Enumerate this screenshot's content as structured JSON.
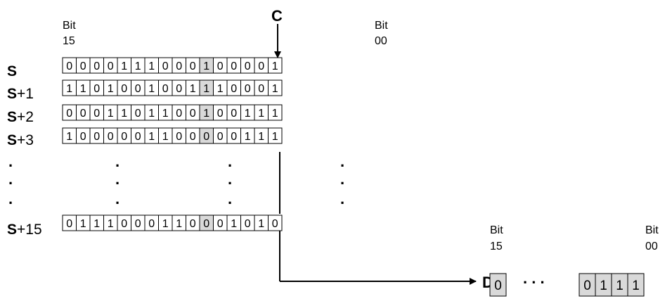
{
  "source_labels": {
    "bit_high": [
      "Bit",
      "15"
    ],
    "bit_low": [
      "Bit",
      "00"
    ],
    "c_label": "C"
  },
  "rows": [
    {
      "prefix": "S",
      "suffix": "",
      "bits": [
        "0",
        "0",
        "0",
        "0",
        "1",
        "1",
        "1",
        "0",
        "0",
        "0",
        "1",
        "0",
        "0",
        "0",
        "0",
        "1"
      ]
    },
    {
      "prefix": "S",
      "suffix": "+1",
      "bits": [
        "1",
        "1",
        "0",
        "1",
        "0",
        "0",
        "1",
        "0",
        "0",
        "1",
        "1",
        "1",
        "0",
        "0",
        "0",
        "1"
      ]
    },
    {
      "prefix": "S",
      "suffix": "+2",
      "bits": [
        "0",
        "0",
        "0",
        "1",
        "1",
        "0",
        "1",
        "1",
        "0",
        "0",
        "1",
        "0",
        "0",
        "1",
        "1",
        "1"
      ]
    },
    {
      "prefix": "S",
      "suffix": "+3",
      "bits": [
        "1",
        "0",
        "0",
        "0",
        "0",
        "0",
        "1",
        "1",
        "0",
        "0",
        "0",
        "0",
        "0",
        "1",
        "1",
        "1"
      ]
    },
    {
      "prefix": "S",
      "suffix": "+15",
      "bits": [
        "0",
        "1",
        "1",
        "1",
        "0",
        "0",
        "0",
        "1",
        "1",
        "0",
        "0",
        "0",
        "1",
        "0",
        "1",
        "0"
      ]
    }
  ],
  "ellipsis_row_label": ".",
  "ellipsis_col_mark": ".",
  "highlighted_bit_index": 10,
  "destination": {
    "label": "D",
    "bit_high": [
      "Bit",
      "15"
    ],
    "bit_low": [
      "Bit",
      "00"
    ],
    "first_bit": "0",
    "middle_dots": ". . .",
    "last_bits": [
      "0",
      "1",
      "1",
      "1"
    ]
  },
  "colors": {
    "highlight": "#d9d9d9",
    "line": "#000000"
  }
}
